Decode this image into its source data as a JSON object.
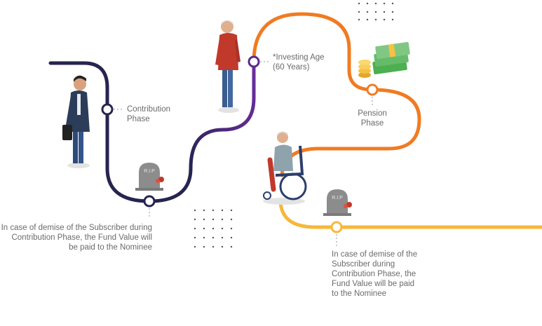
{
  "labels": {
    "contribution_phase": [
      "Contribution",
      "Phase"
    ],
    "investing_age": [
      "*Investing Age",
      "(60 Years)"
    ],
    "pension_phase": [
      "Pension",
      "Phase"
    ],
    "demise_contribution": [
      "In case of demise of the Subscriber during",
      "Contribution Phase, the Fund Value will",
      "be paid to the Nominee"
    ],
    "demise_pension": [
      "In case of demise of the",
      "Subscriber during",
      "Contribution Phase, the",
      "Fund Value will be paid",
      "to the Nominee"
    ]
  },
  "tombstone_text": "R.I.P",
  "colors": {
    "contribution_path": "#262450",
    "transition_path": "#5a2a8a",
    "pension_path": "#f07b22",
    "annuity_path": "#f6b83a",
    "label_text": "#6b6b6b",
    "tombstone": "#8c8c8c"
  }
}
